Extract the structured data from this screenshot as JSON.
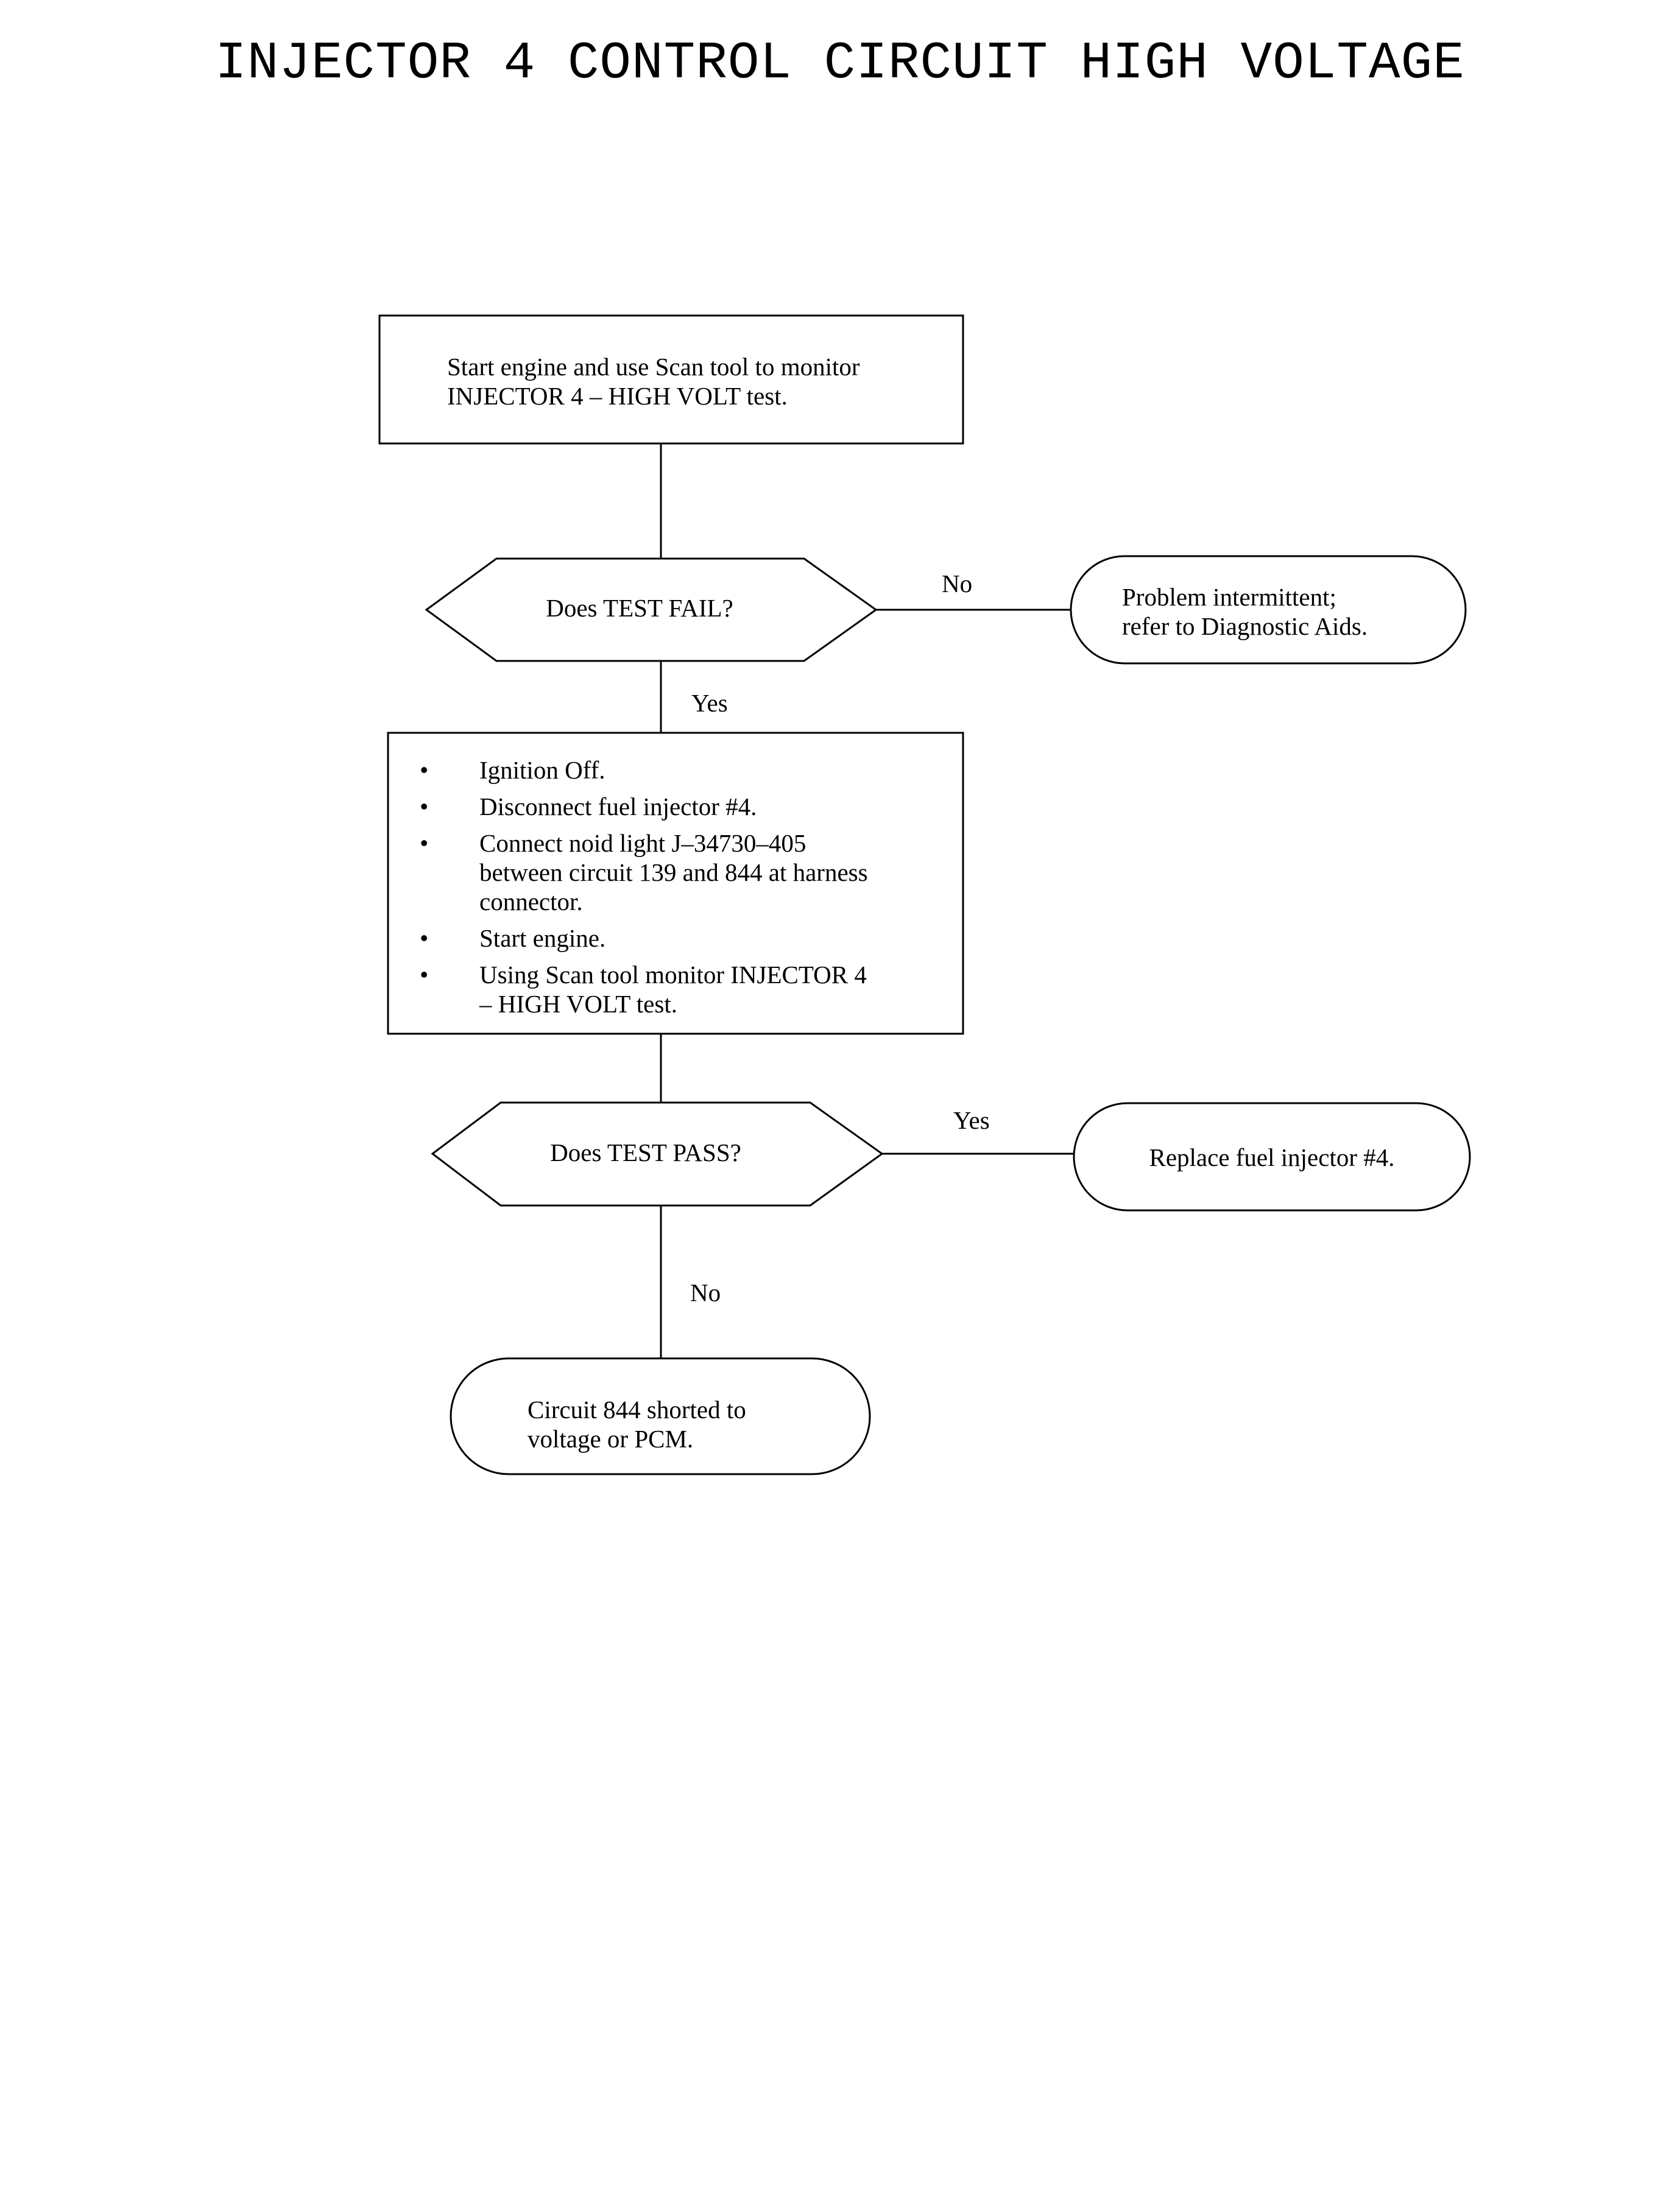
{
  "title": "INJECTOR 4 CONTROL CIRCUIT HIGH VOLTAGE",
  "flowchart": {
    "start_box": {
      "line1": "Start engine and use Scan tool to monitor",
      "line2": "INJECTOR 4 – HIGH VOLT test."
    },
    "decision1": {
      "text": "Does TEST FAIL?",
      "no_label": "No",
      "yes_label": "Yes"
    },
    "terminal_intermittent": {
      "line1": "Problem intermittent;",
      "line2": "refer to Diagnostic Aids."
    },
    "steps_box": {
      "bullet": "•",
      "items": [
        {
          "lines": [
            "Ignition Off."
          ]
        },
        {
          "lines": [
            "Disconnect fuel injector #4."
          ]
        },
        {
          "lines": [
            "Connect noid light J–34730–405",
            "between circuit 139 and 844 at harness",
            "connector."
          ]
        },
        {
          "lines": [
            "Start engine."
          ]
        },
        {
          "lines": [
            "Using Scan tool monitor INJECTOR 4",
            "– HIGH VOLT test."
          ]
        }
      ]
    },
    "decision2": {
      "text": "Does TEST PASS?",
      "yes_label": "Yes",
      "no_label": "No"
    },
    "terminal_replace": {
      "text": "Replace fuel injector #4."
    },
    "terminal_short": {
      "line1": "Circuit 844 shorted to",
      "line2": "voltage or PCM."
    }
  }
}
